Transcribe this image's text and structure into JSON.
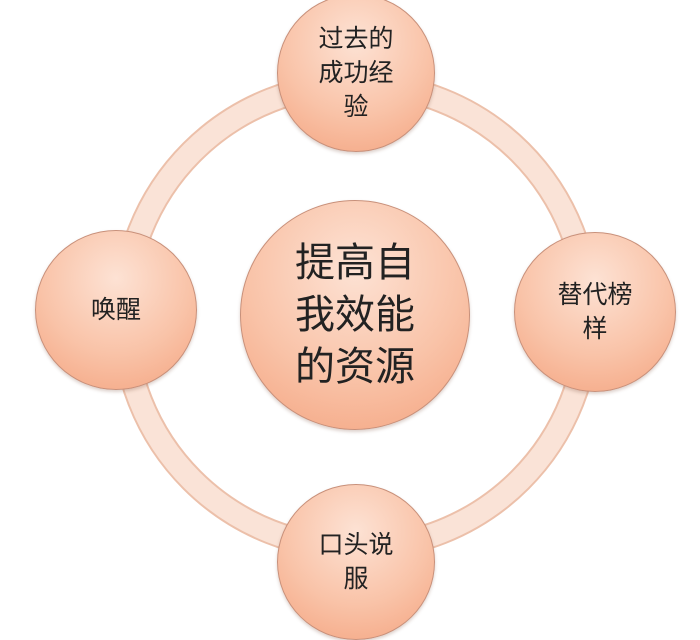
{
  "colors": {
    "ring": "#f8d9c9",
    "node_top": "#fde2d4",
    "node_bottom": "#f4a37f",
    "text": "#222222"
  },
  "center": {
    "lines": [
      "提高自",
      "我效能",
      "的资源"
    ]
  },
  "nodes": {
    "top": {
      "lines": [
        "过去的",
        "成功经",
        "验"
      ]
    },
    "right": {
      "lines": [
        "替代榜",
        "样"
      ]
    },
    "bottom": {
      "lines": [
        "口头说",
        "服"
      ]
    },
    "left": {
      "lines": [
        "唤醒"
      ]
    }
  }
}
